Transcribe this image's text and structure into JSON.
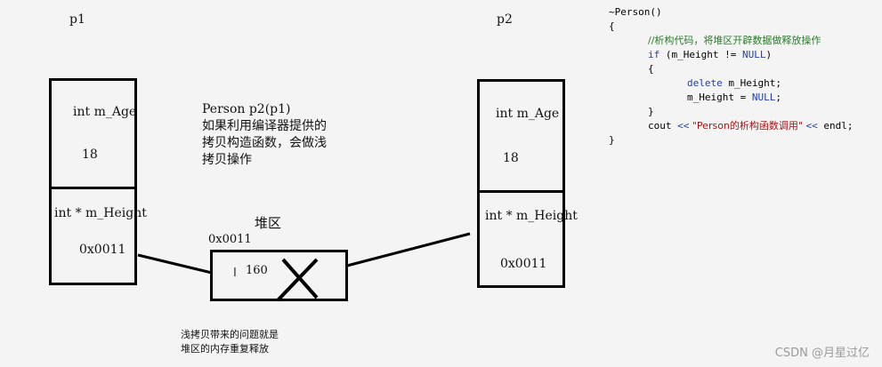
{
  "p1": {
    "title": "p1",
    "age_label": "int m_Age",
    "age_value": "18",
    "height_label": "int * m_Height",
    "height_value": "0x0011"
  },
  "p2": {
    "title": "p2",
    "age_label": "int  m_Age",
    "age_value": "18",
    "height_label": "int * m_Height",
    "height_value": "0x0011"
  },
  "explanation": {
    "line1": "Person p2(p1)",
    "line2": "如果利用编译器提供的",
    "line3": "拷贝构造函数，会做浅",
    "line4": "拷贝操作"
  },
  "heap": {
    "title": "堆区",
    "address": "0x0011",
    "cursor": "I",
    "value": "160"
  },
  "note": {
    "line1": "浅拷贝带来的问题就是",
    "line2": "堆区的内存重复释放"
  },
  "code": {
    "l1": "~Person()",
    "l2": "{",
    "l3": "//析构代码，将堆区开辟数据做释放操作",
    "l4a": "if",
    "l4b": " (m_Height != ",
    "l4c": "NULL",
    "l4d": ")",
    "l5": "{",
    "l6a": "delete",
    "l6b": " m_Height;",
    "l7a": "m_Height = ",
    "l7b": "NULL",
    "l7c": ";",
    "l8": "}",
    "l9a": "cout ",
    "l9b": "<<",
    "l9c": " \"Person的析构函数调用\" ",
    "l9d": "<<",
    "l9e": " endl;",
    "l10": "}"
  },
  "watermark": "CSDN @月星过亿"
}
